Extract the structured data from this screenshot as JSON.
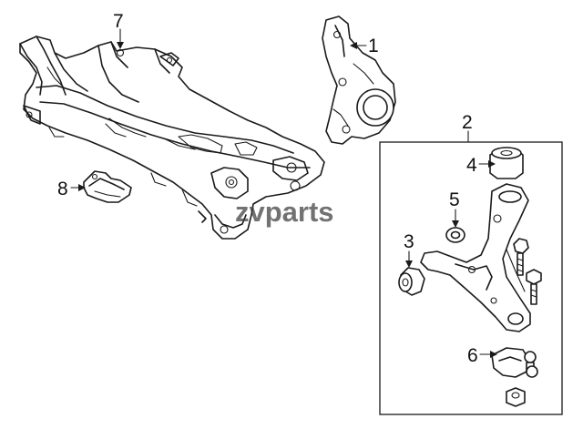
{
  "diagram": {
    "watermark": "zvparts",
    "callouts": [
      {
        "id": "1",
        "label": "1",
        "part": "steering-knuckle"
      },
      {
        "id": "2",
        "label": "2",
        "part": "lower-control-arm-assembly"
      },
      {
        "id": "3",
        "label": "3",
        "part": "front-bushing"
      },
      {
        "id": "4",
        "label": "4",
        "part": "rear-bushing"
      },
      {
        "id": "5",
        "label": "5",
        "part": "washer"
      },
      {
        "id": "6",
        "label": "6",
        "part": "ball-joint"
      },
      {
        "id": "7",
        "label": "7",
        "part": "crossmember"
      },
      {
        "id": "8",
        "label": "8",
        "part": "bracket"
      }
    ],
    "line_color": "#1a1a1a",
    "background": "#ffffff"
  }
}
